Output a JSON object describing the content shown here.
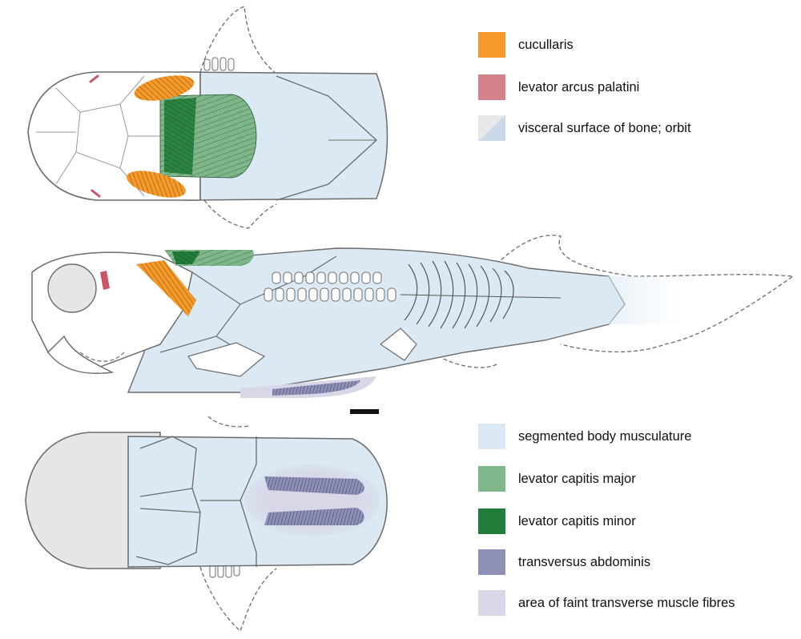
{
  "legend_top": [
    {
      "key": "cucullaris",
      "label": "cucullaris",
      "color": "#f59a2a"
    },
    {
      "key": "levator-arcus-palatini",
      "label": "levator arcus palatini",
      "color": "#d4818a"
    },
    {
      "key": "visceral-surface",
      "label": "visceral surface of bone; orbit",
      "color": "#c9d9e7",
      "color2": "#e8e8e8"
    }
  ],
  "legend_bottom": [
    {
      "key": "segmented-body-musculature",
      "label": "segmented body musculature",
      "color": "#dae9f4"
    },
    {
      "key": "levator-capitis-major",
      "label": "levator capitis major",
      "color": "#7fb78a"
    },
    {
      "key": "levator-capitis-minor",
      "label": "levator capitis minor",
      "color": "#237d3a"
    },
    {
      "key": "transversus-abdominis",
      "label": "transversus abdominis",
      "color": "#8f90b6"
    },
    {
      "key": "faint-transverse-fibres",
      "label": "area of faint transverse muscle fibres",
      "color": "#d7d7e8"
    }
  ],
  "colors": {
    "outline": "#6b6b6b",
    "bone_fill": "#ffffff",
    "skull_grey": "#e6e6e6",
    "scale_bar": "#111111"
  }
}
